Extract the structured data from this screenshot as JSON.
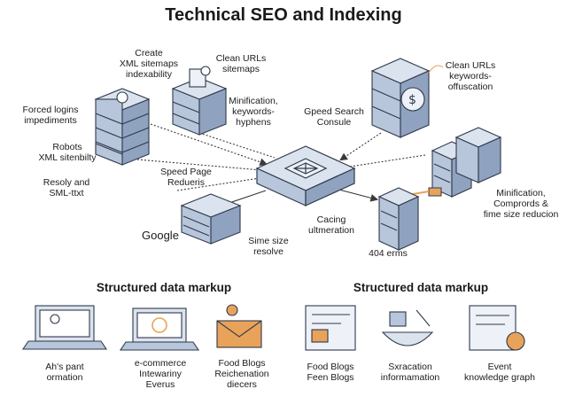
{
  "title": "Technical SEO and Indexing",
  "diagram": {
    "labels": {
      "create_xml": "Create\nXML sitemaps\nindexability",
      "clean_urls_sitemaps": "Clean URLs\nsitemaps",
      "minification_keywords": "Minification,\nkeywords-\nhyphens",
      "speed_search_console": "Gpeed Search\nConsule",
      "clean_urls_keywords": "Clean URLs\nkeywords-\noffuscation",
      "forced_logins": "Forced logins\nimpediments",
      "robots_xml": "Robots\nXML sitenbilty",
      "resoly_sml": "Resoly and\nSML-ttxt",
      "speed_page": "Speed Page\nRedueris",
      "google": "Google",
      "sime_size": "Sime size\nresolve",
      "cacing": "Cacing\nultmeration",
      "errors_404": "404 erms",
      "minification_compress": "Minification,\nComprords &\nfime size reducion"
    }
  },
  "sections": {
    "left_title": "Structured data markup",
    "right_title": "Structured data markup",
    "items": [
      {
        "label": "Ah's pant\normation"
      },
      {
        "label": "e-commerce\nIntewariny\nEverus"
      },
      {
        "label": "Food Blogs\nReichenation\ndiecers"
      },
      {
        "label": "Food Blogs\nFeen Blogs"
      },
      {
        "label": "Sxracation\ninformamation"
      },
      {
        "label": "Event\nknowledge graph"
      }
    ]
  },
  "colors": {
    "server_face": "#b8c6dc",
    "server_side": "#8fa2bf",
    "server_top": "#dbe3ef",
    "stroke": "#2f3a4a",
    "accent_orange": "#e8a25a",
    "line": "#3a3a3a"
  }
}
